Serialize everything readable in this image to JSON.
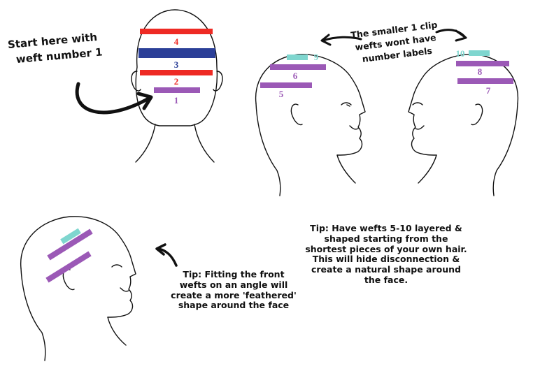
{
  "annotations": {
    "start_line1": "Start here with",
    "start_line2": "weft number 1",
    "clip_line1": "The smaller 1 clip",
    "clip_line2": "wefts wont have",
    "clip_line3": "number labels",
    "tip_angle_line1": "Tip: Fitting the front",
    "tip_angle_line2": "wefts on an angle will",
    "tip_angle_line3": "create a more 'feathered'",
    "tip_angle_line4": "shape around the face",
    "tip_layer_line1": "Tip: Have wefts 5-10 layered &",
    "tip_layer_line2": "shaped starting from the",
    "tip_layer_line3": "shortest pieces of your own hair.",
    "tip_layer_line4": "This will hide disconnection &",
    "tip_layer_line5": "create a natural shape around",
    "tip_layer_line6": "the face."
  },
  "weft_labels": {
    "w1": "1",
    "w2": "2",
    "w3": "3",
    "w4": "4",
    "w5": "5",
    "w6": "6",
    "w7": "7",
    "w8": "8",
    "w9": "9",
    "w10": "10"
  },
  "colors": {
    "red": "#ee2a24",
    "blue": "#2b3f98",
    "purple": "#9b59b6",
    "teal": "#7fd6cf",
    "ink": "#111111"
  }
}
